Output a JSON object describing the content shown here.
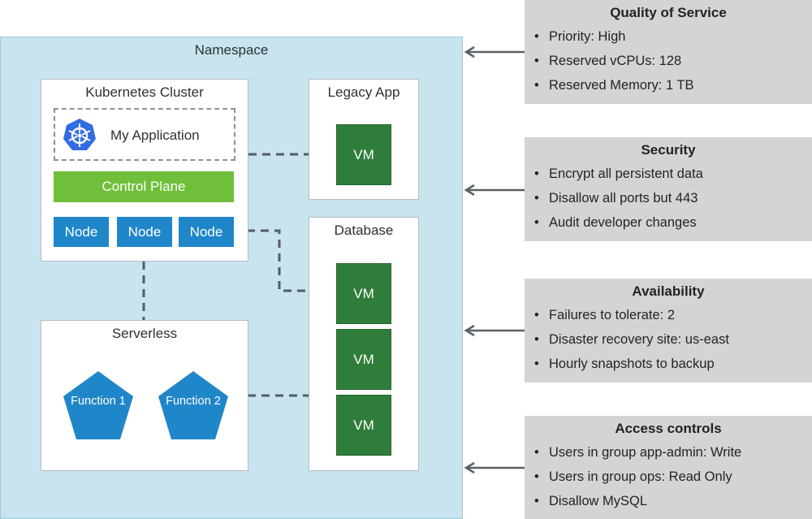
{
  "namespace": {
    "label": "Namespace"
  },
  "k8s_cluster": {
    "title": "Kubernetes Cluster",
    "app_label": "My Application",
    "app_icon": "kubernetes-helm-icon",
    "control_plane": "Control Plane",
    "nodes": [
      "Node",
      "Node",
      "Node"
    ]
  },
  "legacy_app": {
    "title": "Legacy App",
    "vm": "VM"
  },
  "database": {
    "title": "Database",
    "vms": [
      "VM",
      "VM",
      "VM"
    ]
  },
  "serverless": {
    "title": "Serverless",
    "functions": [
      "Function 1",
      "Function 2"
    ]
  },
  "policies": [
    {
      "title": "Quality of Service",
      "items": [
        "Priority: High",
        "Reserved vCPUs: 128",
        "Reserved Memory: 1 TB"
      ]
    },
    {
      "title": "Security",
      "items": [
        "Encrypt all persistent data",
        "Disallow all ports but 443",
        "Audit developer changes"
      ]
    },
    {
      "title": "Availability",
      "items": [
        "Failures to tolerate: 2",
        "Disaster recovery site: us-east",
        "Hourly snapshots to backup"
      ]
    },
    {
      "title": "Access controls",
      "items": [
        "Users in group app-admin: Write",
        "Users in group ops: Read Only",
        "Disallow MySQL"
      ]
    }
  ],
  "colors": {
    "namespace_bg": "#c8e5ef",
    "control_plane": "#6fbf3a",
    "node": "#1f86c9",
    "vm": "#2f7d3a",
    "function": "#1f86c9",
    "panel_bg": "#d4d4d4"
  }
}
